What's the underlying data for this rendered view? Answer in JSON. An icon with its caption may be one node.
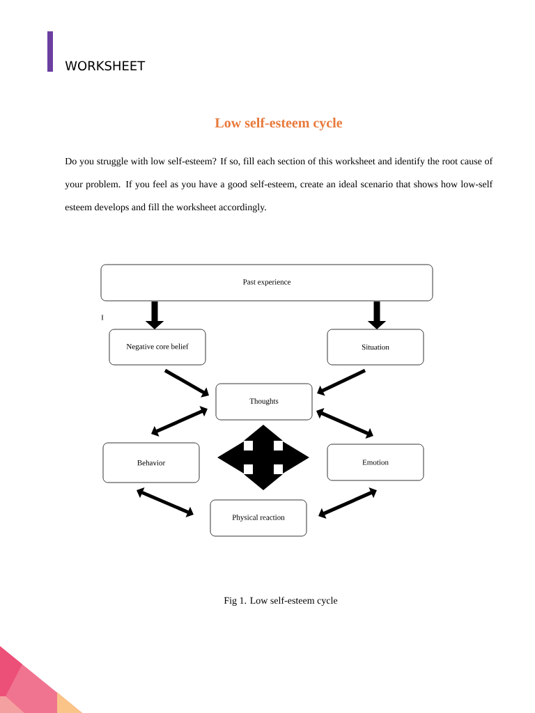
{
  "diagram": {
    "title": "Low self-esteem cycle",
    "caption": "Fig 1. Low self-esteem cycle",
    "nodes": [
      {
        "text": [
          "Past experience"
        ]
      },
      {
        "text": [
          "Negative core belief"
        ]
      },
      {
        "text": [
          "Situation"
        ]
      },
      {
        "text": [
          "Thoughts"
        ]
      },
      {
        "text": [
          "Behavior"
        ]
      },
      {
        "text": [
          "Emotion"
        ]
      },
      {
        "text": [
          "Physical reaction"
        ]
      }
    ],
    "edges": [
      {
        "from": 0,
        "to": 1,
        "arrow": "to",
        "style": "thick"
      },
      {
        "from": 0,
        "to": 2,
        "arrow": "to",
        "style": "thick"
      },
      {
        "from": 1,
        "to": 3,
        "arrow": "to"
      },
      {
        "from": 2,
        "to": 3,
        "arrow": "to"
      },
      {
        "from": 3,
        "to": 4,
        "arrow": "both"
      },
      {
        "from": 3,
        "to": 5,
        "arrow": "both"
      },
      {
        "from": 4,
        "to": 6,
        "arrow": "both"
      },
      {
        "from": 5,
        "to": 6,
        "arrow": "both"
      }
    ],
    "labels": [
      "WORKSHEET",
      "Do you struggle with low self-esteem? If so, fill each section of this worksheet and identify the root cause of your problem. If you feel as you have a good self-esteem, create an ideal scenario that shows how low-self esteem develops and fill the worksheet accordingly.",
      "I"
    ]
  }
}
